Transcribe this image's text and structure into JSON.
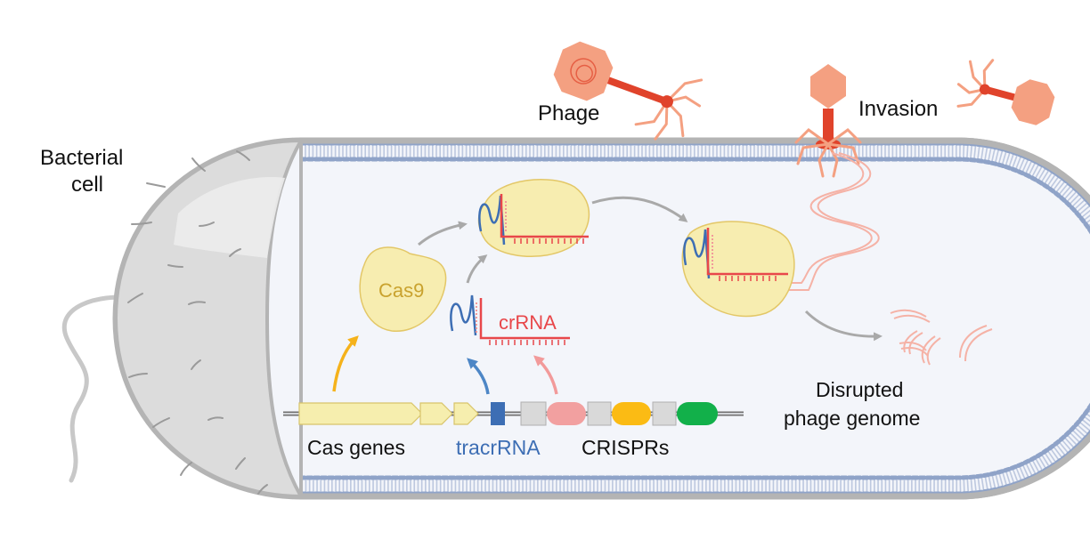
{
  "labels": {
    "bacterial_cell_line1": "Bacterial",
    "bacterial_cell_line2": "cell",
    "phage": "Phage",
    "invasion": "Invasion",
    "cas9": "Cas9",
    "crrna": "crRNA",
    "tracrrna": "tracrRNA",
    "cas_genes": "Cas genes",
    "crisprs": "CRISPRs",
    "disrupted_line1": "Disrupted",
    "disrupted_line2": "phage genome"
  },
  "colors": {
    "cell_wall": "#b4b4b4",
    "cytoplasm": "#f3f5fa",
    "membrane": "#8fa3c8",
    "pole_cap": "#dcdcdc",
    "phage": "#f4a081",
    "phage_core": "#e0432b",
    "cas9_fill": "#f7edb0",
    "cas9_stroke": "#e3c767",
    "cas9_text": "#c9a22e",
    "crrna": "#e8474a",
    "crrna_light": "#f29a9a",
    "tracrrna": "#3d6eb4",
    "tracrrna_light": "#6f9bd1",
    "gene_yellow": "#f6eeae",
    "repeat_gray": "#d9d9d9",
    "spacer_pink": "#f2a0a0",
    "spacer_orange": "#fbbb14",
    "spacer_green": "#12b04a",
    "arrow_gray": "#a9a9a9",
    "arrow_orange": "#f5b21b",
    "arrow_blue": "#4d86c6",
    "arrow_pink": "#f29a9a",
    "dna_pink": "#f5b2a6"
  },
  "icons": [
    "phage-icon",
    "cas9-complex-icon",
    "flagellum-icon",
    "pili-icon"
  ]
}
